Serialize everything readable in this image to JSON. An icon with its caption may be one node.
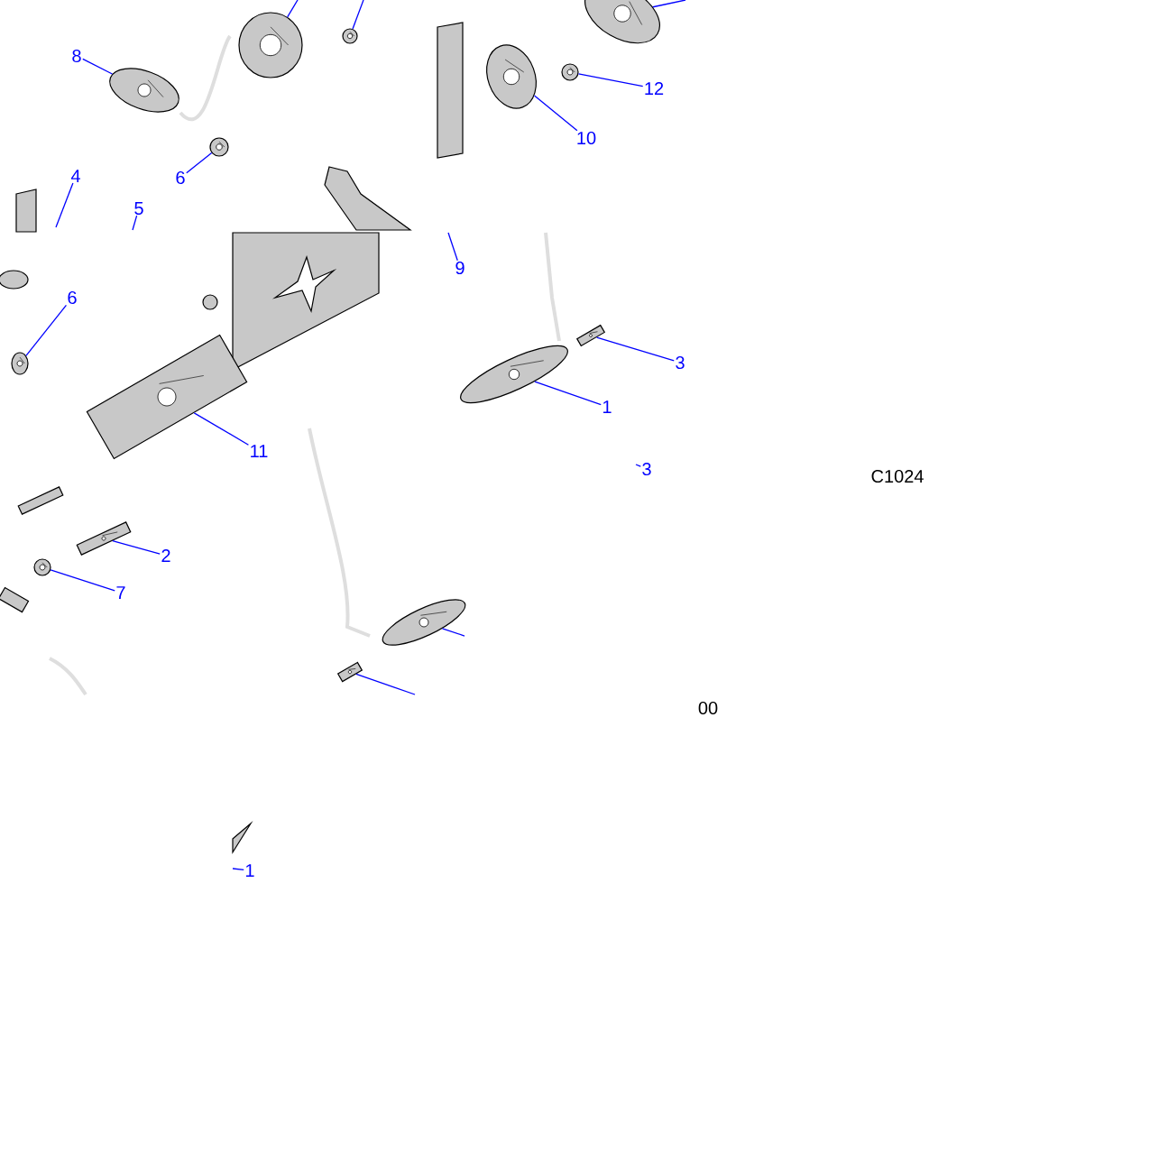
{
  "diagram": {
    "nodes": [
      {
        "text": [
          "8"
        ]
      },
      {
        "text": [
          "6"
        ]
      },
      {
        "text": [
          "4"
        ]
      },
      {
        "text": [
          "5"
        ]
      },
      {
        "text": [
          "10"
        ]
      },
      {
        "text": [
          "12"
        ]
      },
      {
        "text": [
          "6"
        ]
      },
      {
        "text": [
          "11"
        ]
      },
      {
        "text": [
          "9"
        ]
      },
      {
        "text": [
          "3"
        ]
      },
      {
        "text": [
          "1"
        ]
      },
      {
        "text": [
          "2"
        ]
      },
      {
        "text": [
          "7"
        ]
      },
      {
        "text": [
          "3"
        ]
      },
      {
        "text": [
          "1"
        ]
      },
      {
        "text": [],
        "shape": "picture"
      },
      {
        "text": [],
        "shape": "picture"
      },
      {
        "text": [],
        "shape": "picture"
      },
      {
        "text": [],
        "shape": "picture"
      },
      {
        "text": [],
        "shape": "picture"
      },
      {
        "text": [],
        "shape": "picture"
      },
      {
        "text": [],
        "shape": "picture"
      },
      {
        "text": [],
        "shape": "picture"
      },
      {
        "text": [],
        "shape": "picture"
      },
      {
        "text": [],
        "shape": "picture"
      },
      {
        "text": [],
        "shape": "picture"
      },
      {
        "text": [],
        "shape": "picture"
      },
      {
        "text": [],
        "shape": "picture"
      },
      {
        "text": [],
        "shape": "picture"
      },
      {
        "text": [],
        "shape": "picture"
      }
    ],
    "edges": [
      {
        "from": 0,
        "to": 15,
        "arrow": "none"
      },
      {
        "from": 1,
        "to": 16,
        "arrow": "none"
      },
      {
        "from": 2,
        "to": null,
        "arrow": "none"
      },
      {
        "from": 3,
        "to": null,
        "arrow": "none"
      },
      {
        "from": 4,
        "to": 17,
        "arrow": "none"
      },
      {
        "from": 5,
        "to": 18,
        "arrow": "none"
      },
      {
        "from": 6,
        "to": 19,
        "arrow": "none"
      },
      {
        "from": 7,
        "to": 20,
        "arrow": "none"
      },
      {
        "from": 8,
        "to": null,
        "arrow": "none"
      },
      {
        "from": 9,
        "to": 21,
        "arrow": "none"
      },
      {
        "from": 10,
        "to": 22,
        "arrow": "none"
      },
      {
        "from": 11,
        "to": 23,
        "arrow": "none"
      },
      {
        "from": 12,
        "to": 24,
        "arrow": "none"
      },
      {
        "from": 13,
        "to": null,
        "arrow": "none"
      },
      {
        "from": 14,
        "to": null,
        "arrow": "none"
      },
      {
        "from": null,
        "to": 25,
        "arrow": "none"
      },
      {
        "from": null,
        "to": 26,
        "arrow": "none"
      },
      {
        "from": null,
        "to": 27,
        "arrow": "none"
      },
      {
        "from": null,
        "to": 28,
        "arrow": "none"
      },
      {
        "from": null,
        "to": 29,
        "arrow": "none"
      }
    ],
    "labels": [
      "C1024",
      "00"
    ]
  }
}
